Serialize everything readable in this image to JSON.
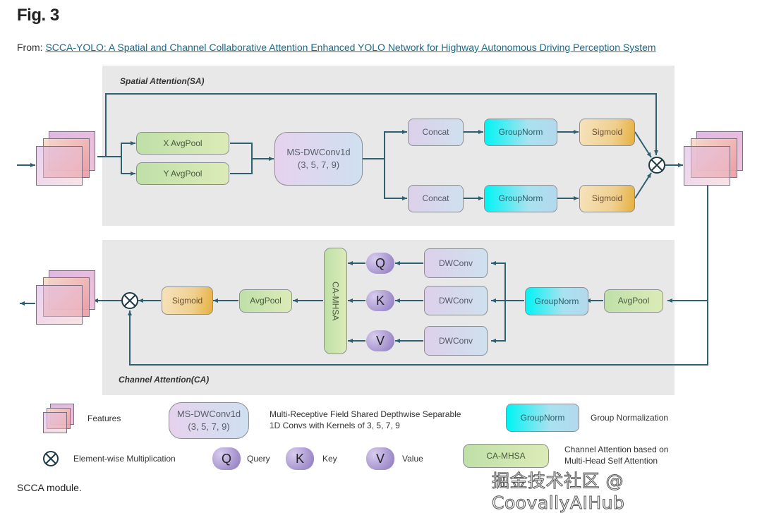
{
  "figure": {
    "title": "Fig. 3",
    "from_label": "From: ",
    "paper_link": "SCCA-YOLO: A Spatial and Channel Collaborative Attention Enhanced YOLO Network for Highway Autonomous Driving Perception System",
    "caption": "SCCA module."
  },
  "spatial_attention": {
    "label": "Spatial Attention(SA)",
    "nodes": {
      "x_avgpool": "X AvgPool",
      "y_avgpool": "Y AvgPool",
      "msdw_line1": "MS-DWConv1d",
      "msdw_line2": "(3, 5, 7, 9)",
      "concat_top": "Concat",
      "concat_bottom": "Concat",
      "groupnorm_top": "GroupNorm",
      "groupnorm_bottom": "GroupNorm",
      "sigmoid_top": "Sigmoid",
      "sigmoid_bottom": "Sigmoid"
    }
  },
  "channel_attention": {
    "label": "Channel Attention(CA)",
    "nodes": {
      "avgpool_in": "AvgPool",
      "groupnorm": "GroupNorm",
      "dwconv_q": "DWConv",
      "dwconv_k": "DWConv",
      "dwconv_v": "DWConv",
      "q": "Q",
      "k": "K",
      "v": "V",
      "ca_mhsa": "CA-MHSA",
      "avgpool_out": "AvgPool",
      "sigmoid": "Sigmoid"
    }
  },
  "legend": {
    "features": "Features",
    "msdw_box_line1": "MS-DWConv1d",
    "msdw_box_line2": "(3, 5, 7, 9)",
    "msdw_desc_line1": "Multi-Receptive Field Shared Depthwise Separable",
    "msdw_desc_line2": "1D Convs with Kernels of 3, 5, 7, 9",
    "groupnorm_box": "GroupNorm",
    "groupnorm_desc": "Group Normalization",
    "mult_desc": "Element-wise Multiplication",
    "q_symbol": "Q",
    "q_desc": "Query",
    "k_symbol": "K",
    "k_desc": "Key",
    "v_symbol": "V",
    "v_desc": "Value",
    "camhsa_box": "CA-MHSA",
    "camhsa_desc_line1": "Channel Attention based on",
    "camhsa_desc_line2": "Multi-Head Self Attention"
  },
  "watermark": "掘金技术社区 @ CoovallyAIHub",
  "colors": {
    "line": "#2f5f70",
    "panel_bg": "#e8e8e8",
    "link": "#1a6a8a"
  }
}
